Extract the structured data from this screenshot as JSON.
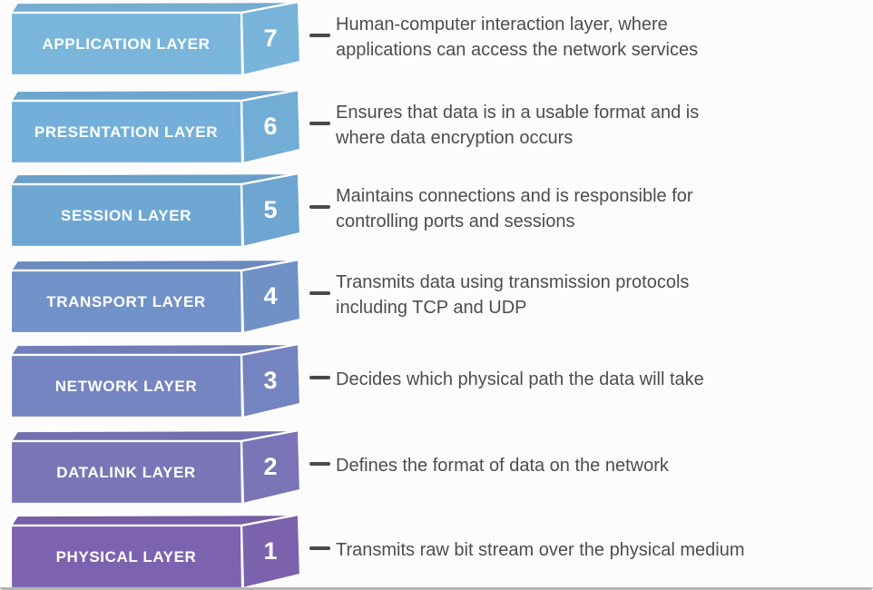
{
  "diagram": {
    "layers": [
      {
        "number": "7",
        "name": "APPLICATION LAYER",
        "description": "Human-computer interaction layer, where\napplications can access the network services",
        "color": "#7ab6dc"
      },
      {
        "number": "6",
        "name": "PRESENTATION LAYER",
        "description": "Ensures that data is in a usable format and is\nwhere data encryption occurs",
        "color": "#73afd8"
      },
      {
        "number": "5",
        "name": "SESSION LAYER",
        "description": "Maintains connections and is responsible for\ncontrolling ports and sessions",
        "color": "#6fa7d3"
      },
      {
        "number": "4",
        "name": "TRANSPORT LAYER",
        "description": "Transmits data using transmission protocols\nincluding TCP and UDP",
        "color": "#7192c8"
      },
      {
        "number": "3",
        "name": "NETWORK LAYER",
        "description": "Decides which physical path the data will take",
        "color": "#7585c2"
      },
      {
        "number": "2",
        "name": "DATALINK LAYER",
        "description": "Defines the format of data on the network",
        "color": "#7b75b8"
      },
      {
        "number": "1",
        "name": "PHYSICAL LAYER",
        "description": "Transmits raw bit stream over the physical medium",
        "color": "#7d63af"
      }
    ],
    "colors": {
      "background": "#fcfcfc",
      "description_text": "#4d4d4d",
      "dash": "#4a4a4a",
      "box_label_text": "#ffffff",
      "box_edge": "#ffffff",
      "panel_bottom_border": "#b5b5b5"
    }
  }
}
